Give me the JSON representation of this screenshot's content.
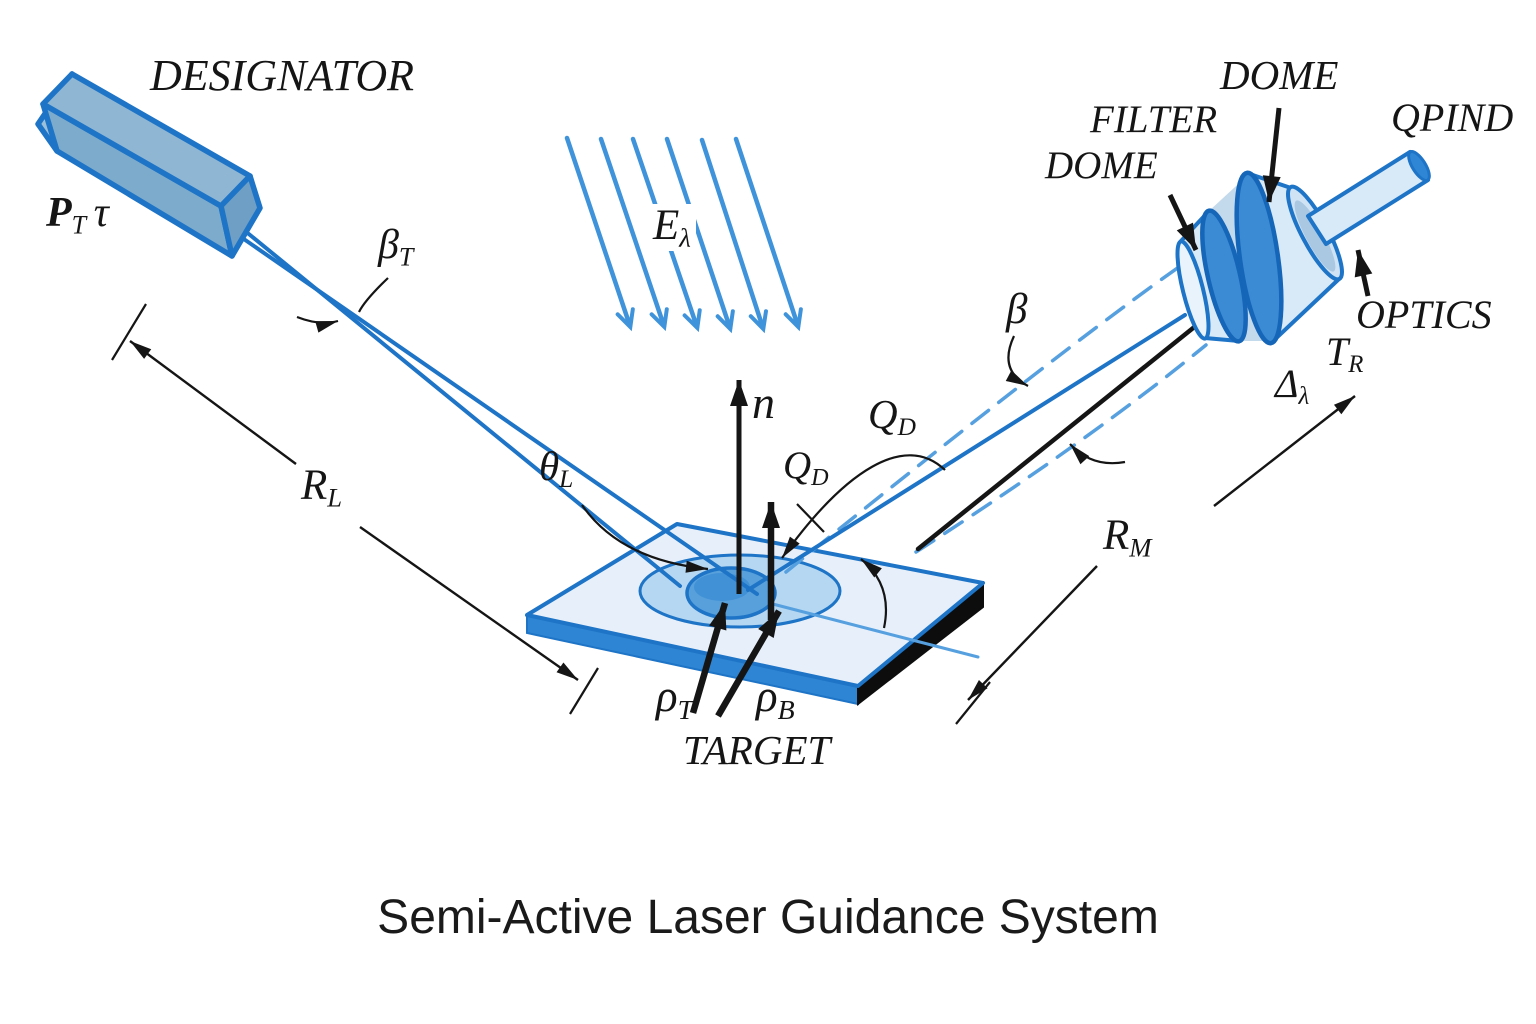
{
  "title": "Semi-Active Laser Guidance System",
  "colors": {
    "accent": "#1e74c6",
    "dashed": "#56a0e0",
    "solar": "#3f93da",
    "ink": "#151515",
    "disk": "#3a8ad4",
    "disk_edge": "#1565b8",
    "light": "#d8e9f7",
    "gap": "#c3d9ec",
    "plate_top": "#e7f0fa",
    "ring": "#b5d7f1",
    "spot": "#57a0db",
    "spot_dark": "#4191d7",
    "plate_front": "#2e85d3",
    "plate_side": "#0d0d0d",
    "prism_top": "#8fb6d3",
    "prism_side": "#7dabcc",
    "prism_end": "#6f9fc4",
    "prism_cap": "#9cc0da",
    "cap": "#2e86d4",
    "paper": "#ffffff"
  },
  "labels": {
    "designator": "DESIGNATOR",
    "designator_power": {
      "main": "P",
      "sub": "T",
      "suffix": "τ"
    },
    "beam_divergence": {
      "main": "β",
      "sub": "T"
    },
    "solar_irradiance": {
      "main": "E",
      "sub": "λ"
    },
    "surface_normal": "n",
    "incidence_angle": {
      "main": "θ",
      "sub": "L"
    },
    "reflected_intensity_near": {
      "main": "Q",
      "sub": "D"
    },
    "reflected_intensity_far": {
      "main": "Q",
      "sub": "D"
    },
    "target_reflectance": {
      "main": "ρ",
      "sub": "T"
    },
    "background_reflectance": {
      "main": "ρ",
      "sub": "B"
    },
    "target": "TARGET",
    "designator_range": {
      "main": "R",
      "sub": "L"
    },
    "missile_range": {
      "main": "R",
      "sub": "M"
    },
    "receiver_angle": "β",
    "filter_dome_line1": "FILTER",
    "filter_dome_line2": "DOME",
    "dome": "DOME",
    "detector": "QPIND",
    "optics": "OPTICS",
    "receiver_transmission": {
      "main": "T",
      "sub": "R"
    },
    "spectral_bandwidth": {
      "main": "Δ",
      "sub": "λ"
    }
  }
}
